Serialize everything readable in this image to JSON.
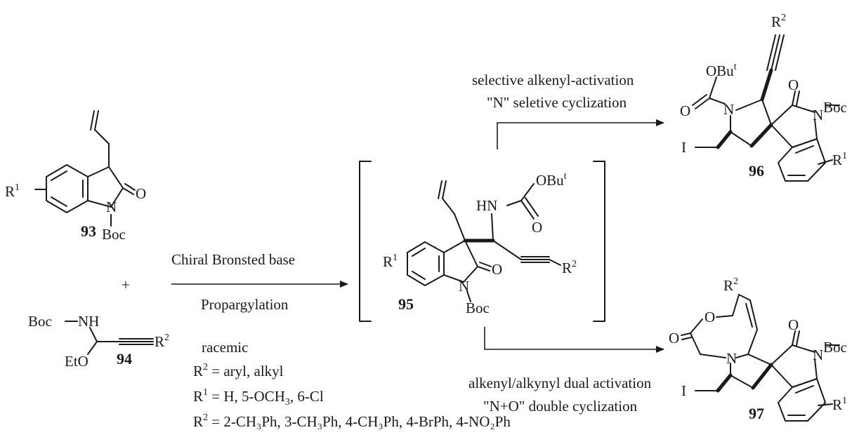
{
  "scheme": {
    "labels": {
      "r1": "R",
      "r1_sup": "1",
      "r2": "R",
      "r2_sup": "2",
      "nitrogen": "N",
      "oxygen": "O",
      "iodine": "I",
      "boc": "Boc",
      "obut": "OBu",
      "obut_sup": "t",
      "hn": "HN",
      "nh": "NH",
      "boc_nh": "Boc",
      "eto": "EtO",
      "plus": "+"
    },
    "compounds": {
      "c93": "93",
      "c94": "94",
      "c95": "95",
      "c96": "96",
      "c97": "97"
    },
    "reaction": {
      "reagent": "Chiral Bronsted base",
      "condition": "Propargylation"
    },
    "upper_path": {
      "line1": "selective alkenyl-activation",
      "line2": "\"N\" seletive cyclization"
    },
    "lower_path": {
      "line1": "alkenyl/alkynyl dual activation",
      "line2": "\"N+O\" double cyclization"
    },
    "notes": {
      "racemic": "racemic",
      "r2_def": "R",
      "r2_def_sup": "2",
      "r2_def_text": " = aryl, alkyl",
      "r1_def": "R",
      "r1_def_sup": "1",
      "r1_def_text": " = H, 5-OCH",
      "r1_def_sub": "3",
      "r1_def_tail": ", 6-Cl",
      "r2_list_prefix": "R",
      "r2_list_sup": "2",
      "r2_list": " = 2-CH₃Ph, 3-CH₃Ph, 4-CH₃Ph, 4-BrPh, 4-NO₂Ph"
    }
  }
}
